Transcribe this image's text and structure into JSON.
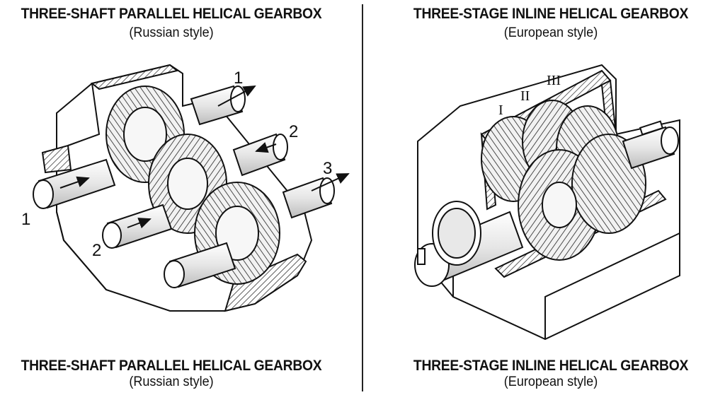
{
  "left": {
    "title": "THREE-SHAFT PARALLEL HELICAL GEARBOX",
    "subtitle": "(Russian style)",
    "bottom_title": "THREE-SHAFT PARALLEL HELICAL GEARBOX",
    "bottom_subtitle": "(Russian style)",
    "shaft_labels": {
      "input": "1",
      "output": "1",
      "intermediate": "2",
      "intermediate_front": "2",
      "final": "3"
    }
  },
  "right": {
    "title": "THREE-STAGE INLINE HELICAL GEARBOX",
    "subtitle": "(European style)",
    "bottom_title": "THREE-STAGE INLINE HELICAL GEARBOX",
    "bottom_subtitle": "(European style)",
    "stage_labels": {
      "first": "I",
      "second": "II",
      "third": "III"
    }
  }
}
